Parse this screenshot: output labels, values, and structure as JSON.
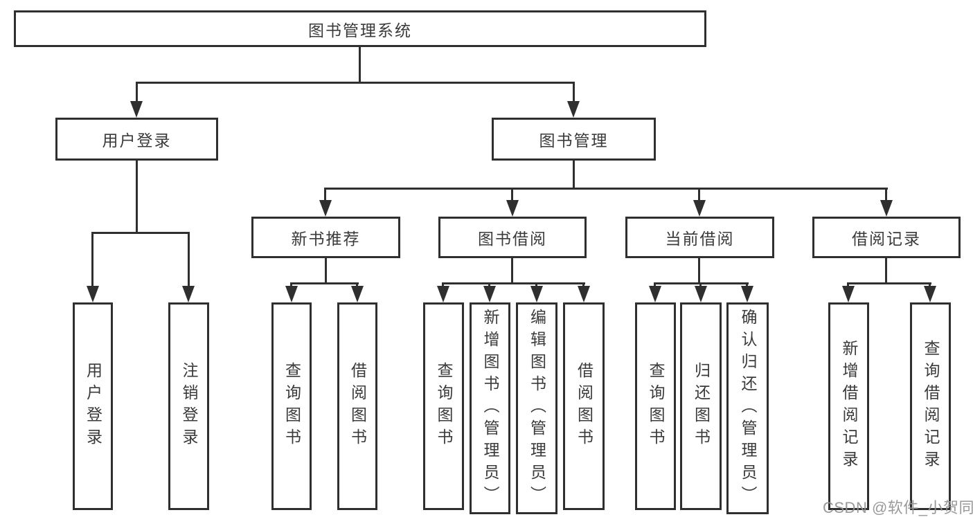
{
  "diagram": {
    "root": "图书管理系统",
    "user_login": {
      "label": "用户登录",
      "children": [
        "用户登录",
        "注销登录"
      ]
    },
    "book_management": {
      "label": "图书管理",
      "sections": [
        {
          "label": "新书推荐",
          "children": [
            "查询图书",
            "借阅图书"
          ]
        },
        {
          "label": "图书借阅",
          "children": [
            "查询图书",
            "新增图书（管理员）",
            "编辑图书（管理员）",
            "借阅图书"
          ]
        },
        {
          "label": "当前借阅",
          "children": [
            "查询图书",
            "归还图书",
            "确认归还（管理员）"
          ]
        },
        {
          "label": "借阅记录",
          "children": [
            "新增借阅记录",
            "查询借阅记录"
          ]
        }
      ]
    }
  },
  "watermark": "CSDN @软件_小贺同学"
}
